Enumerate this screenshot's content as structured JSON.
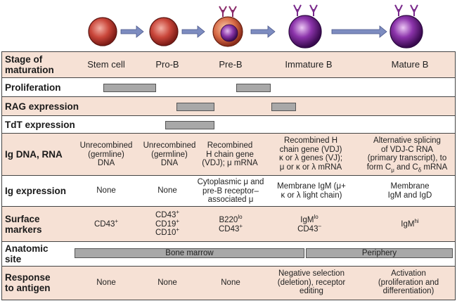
{
  "stages": [
    "Stem cell",
    "Pro-B",
    "Pre-B",
    "Immature B",
    "Mature B"
  ],
  "colors": {
    "row_shade": "#f6e1d5",
    "bar": "#a8a8a8",
    "arrow": "#7d8cc0",
    "early_cell": "#c9463a",
    "late_cell": "#8c34ab"
  },
  "rows": {
    "stage": {
      "label1": "Stage of",
      "label2": "maturation"
    },
    "proliferation": {
      "label": "Proliferation"
    },
    "rag": {
      "label": "RAG expression"
    },
    "tdt": {
      "label": "TdT expression"
    },
    "ig_dna": {
      "label": "Ig DNA, RNA",
      "cells": [
        {
          "l1": "Unrecombined",
          "l2": "(germline)",
          "l3": "DNA"
        },
        {
          "l1": "Unrecombined",
          "l2": "(germline)",
          "l3": "DNA"
        },
        {
          "l1": "Recombined",
          "l2": "H chain gene",
          "l3": "(VDJ); μ mRNA"
        },
        {
          "l1": "Recombined H",
          "l2": "chain gene (VDJ)",
          "l3": "κ or λ genes (VJ);",
          "l4": "μ or κ or λ mRNA"
        },
        {
          "l1": "Alternative splicing",
          "l2": "of VDJ-C RNA",
          "l3": "(primary transcript), to",
          "l4a": "form C",
          "sub1": "μ",
          "l4b": " and C",
          "sub2": "δ",
          "l4c": " mRNA"
        }
      ]
    },
    "ig_expr": {
      "label": "Ig expression",
      "cells": [
        "None",
        "None"
      ],
      "pre_b": {
        "l1": "Cytoplasmic μ and",
        "l2": "pre-B receptor–",
        "l3": "associated μ"
      },
      "immature": {
        "l1": "Membrane IgM (μ+",
        "l2": "κ or λ light chain)"
      },
      "mature": {
        "l1": "Membrane",
        "l2": "IgM and IgD"
      }
    },
    "surface": {
      "label1": "Surface",
      "label2": "markers",
      "stem": {
        "t": "CD43",
        "s": "+"
      },
      "pro_b": [
        {
          "t": "CD43",
          "s": "+"
        },
        {
          "t": "CD19",
          "s": "+"
        },
        {
          "t": "CD10",
          "s": "+"
        }
      ],
      "pre_b": [
        {
          "t": "B220",
          "s": "lo"
        },
        {
          "t": "CD43",
          "s": "+"
        }
      ],
      "immature": [
        {
          "t": "IgM",
          "s": "lo"
        },
        {
          "t": "CD43",
          "s": "–"
        }
      ],
      "mature": {
        "t": "IgM",
        "s": "hi"
      }
    },
    "site": {
      "label1": "Anatomic",
      "label2": "site",
      "bone_marrow": "Bone marrow",
      "periphery": "Periphery"
    },
    "response": {
      "label1": "Response",
      "label2": "to antigen",
      "cells": [
        "None",
        "None",
        "None"
      ],
      "immature": {
        "l1": "Negative selection",
        "l2": "(deletion), receptor",
        "l3": "editing"
      },
      "mature": {
        "l1": "Activation",
        "l2": "(proliferation and",
        "l3": "differentiation)"
      }
    }
  }
}
